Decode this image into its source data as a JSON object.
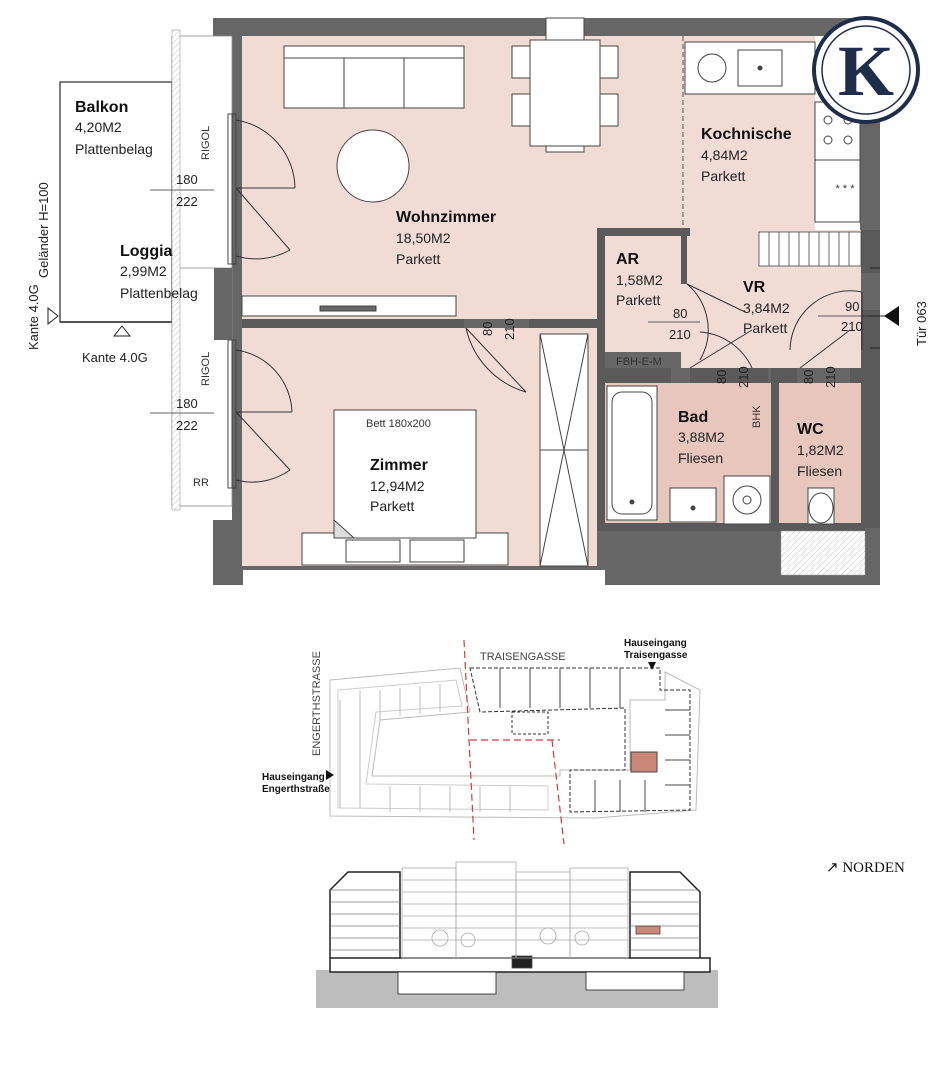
{
  "colors": {
    "room_fill": "#f0dcd5",
    "wet_fill": "#e7c7bd",
    "wall": "#5a5a5a",
    "logo": "#1e2e4a",
    "highlight": "#c98878"
  },
  "logo": {
    "letter": "K",
    "icon": "k-logo-icon"
  },
  "rooms": [
    {
      "key": "balkon",
      "name": "Balkon",
      "area": "4,20M2",
      "floor": "Plattenbelag"
    },
    {
      "key": "loggia",
      "name": "Loggia",
      "area": "2,99M2",
      "floor": "Plattenbelag"
    },
    {
      "key": "wohnzimmer",
      "name": "Wohnzimmer",
      "area": "18,50M2",
      "floor": "Parkett"
    },
    {
      "key": "kochnische",
      "name": "Kochnische",
      "area": "4,84M2",
      "floor": "Parkett"
    },
    {
      "key": "ar",
      "name": "AR",
      "area": "1,58M2",
      "floor": "Parkett"
    },
    {
      "key": "vr",
      "name": "VR",
      "area": "3,84M2",
      "floor": "Parkett"
    },
    {
      "key": "zimmer",
      "name": "Zimmer",
      "area": "12,94M2",
      "floor": "Parkett"
    },
    {
      "key": "bad",
      "name": "Bad",
      "area": "3,88M2",
      "floor": "Fliesen"
    },
    {
      "key": "wc",
      "name": "WC",
      "area": "1,82M2",
      "floor": "Fliesen"
    }
  ],
  "labels": {
    "gelaender": "Geländer H=100",
    "kante_v": "Kante 4.0G",
    "kante_h": "Kante 4.0G",
    "rigol_top": "RIGOL",
    "rigol_bottom": "RIGOL",
    "rr": "RR",
    "bett": "Bett 180x200",
    "fbh": "FBH-E-M",
    "bhk": "BHK",
    "tuer": "Tür 063",
    "norden": "↗ NORDEN"
  },
  "dimensions": {
    "win_top_w": "180",
    "win_top_h": "222",
    "win_bot_w": "180",
    "win_bot_h": "222",
    "door_wz_w": "80",
    "door_wz_h": "210",
    "door_ar_w": "80",
    "door_ar_h": "210",
    "door_vr_w": "90",
    "door_vr_h": "210",
    "door_bad_w": "80",
    "door_bad_h": "210",
    "door_wc_w": "80",
    "door_wc_h": "210"
  },
  "key_plan": {
    "street_top": "TRAISENGASSE",
    "street_left": "ENGERTHSTRASSE",
    "entrance_top_1": "Hauseingang",
    "entrance_top_2": "Traisengasse",
    "entrance_left_1": "Hauseingang",
    "entrance_left_2": "Engerthstraße"
  }
}
